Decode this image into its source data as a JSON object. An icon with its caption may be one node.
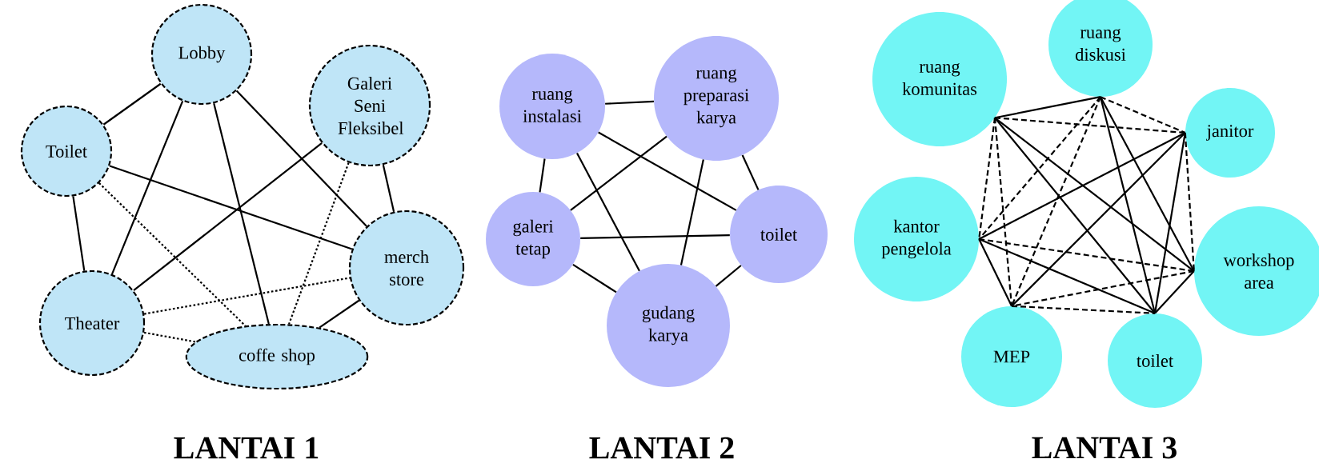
{
  "diagram": {
    "nodes": [
      {
        "text": [
          "Lobby"
        ]
      },
      {
        "text": [
          "Galeri Seni Fleksibel"
        ]
      },
      {
        "text": [
          "Toilet"
        ]
      },
      {
        "text": [
          "merch store"
        ]
      },
      {
        "text": [
          "Theater"
        ]
      },
      {
        "text": [
          "coffe shop"
        ]
      },
      {
        "text": [
          "ruang instalasi"
        ]
      },
      {
        "text": [
          "ruang preparasi karya"
        ]
      },
      {
        "text": [
          "galeri tetap"
        ]
      },
      {
        "text": [
          "toilet"
        ]
      },
      {
        "text": [
          "gudang karya"
        ]
      },
      {
        "text": [
          "ruang komunitas"
        ]
      },
      {
        "text": [
          "ruang diskusi"
        ]
      },
      {
        "text": [
          "janitor"
        ]
      },
      {
        "text": [
          "kantor pengelola"
        ]
      },
      {
        "text": [
          "workshop area"
        ]
      },
      {
        "text": [
          "MEP"
        ]
      },
      {
        "text": [
          "toilet"
        ]
      }
    ],
    "edges": [
      {
        "from": 2,
        "to": 0,
        "arrow": "none"
      },
      {
        "from": 2,
        "to": 4,
        "arrow": "none"
      },
      {
        "from": 2,
        "to": 3,
        "arrow": "none"
      },
      {
        "from": 2,
        "to": 5,
        "arrow": "none",
        "style": "dashed"
      },
      {
        "from": 0,
        "to": 4,
        "arrow": "none"
      },
      {
        "from": 0,
        "to": 5,
        "arrow": "none"
      },
      {
        "from": 0,
        "to": 3,
        "arrow": "none"
      },
      {
        "from": 1,
        "to": 4,
        "arrow": "none"
      },
      {
        "from": 1,
        "to": 5,
        "arrow": "none",
        "style": "dashed"
      },
      {
        "from": 1,
        "to": 3,
        "arrow": "none"
      },
      {
        "from": 4,
        "to": 3,
        "arrow": "none",
        "style": "dashed"
      },
      {
        "from": 4,
        "to": 5,
        "arrow": "none",
        "style": "dashed"
      },
      {
        "from": 3,
        "to": 5,
        "arrow": "none"
      },
      {
        "from": 6,
        "to": 7,
        "arrow": "none"
      },
      {
        "from": 6,
        "to": 8,
        "arrow": "none"
      },
      {
        "from": 6,
        "to": 9,
        "arrow": "none"
      },
      {
        "from": 6,
        "to": 10,
        "arrow": "none"
      },
      {
        "from": 7,
        "to": 8,
        "arrow": "none"
      },
      {
        "from": 7,
        "to": 10,
        "arrow": "none"
      },
      {
        "from": 7,
        "to": 9,
        "arrow": "none"
      },
      {
        "from": 8,
        "to": 9,
        "arrow": "none"
      },
      {
        "from": 8,
        "to": 10,
        "arrow": "none"
      },
      {
        "from": 9,
        "to": 10,
        "arrow": "none"
      },
      {
        "from": 11,
        "to": 12,
        "arrow": "none"
      },
      {
        "from": 11,
        "to": 13,
        "arrow": "none",
        "style": "dashed"
      },
      {
        "from": 11,
        "to": 14,
        "arrow": "none",
        "style": "dashed"
      },
      {
        "from": 11,
        "to": 16,
        "arrow": "none",
        "style": "dashed"
      },
      {
        "from": 11,
        "to": 17,
        "arrow": "none"
      },
      {
        "from": 11,
        "to": 15,
        "arrow": "none"
      },
      {
        "from": 12,
        "to": 13,
        "arrow": "none",
        "style": "dashed"
      },
      {
        "from": 12,
        "to": 14,
        "arrow": "none",
        "style": "dashed"
      },
      {
        "from": 12,
        "to": 16,
        "arrow": "none",
        "style": "dashed"
      },
      {
        "from": 12,
        "to": 17,
        "arrow": "none"
      },
      {
        "from": 12,
        "to": 15,
        "arrow": "none"
      },
      {
        "from": 13,
        "to": 14,
        "arrow": "none"
      },
      {
        "from": 13,
        "to": 16,
        "arrow": "none"
      },
      {
        "from": 13,
        "to": 15,
        "arrow": "none",
        "style": "dashed"
      },
      {
        "from": 13,
        "to": 17,
        "arrow": "none"
      },
      {
        "from": 14,
        "to": 15,
        "arrow": "none",
        "style": "dashed"
      },
      {
        "from": 14,
        "to": 17,
        "arrow": "none"
      },
      {
        "from": 14,
        "to": 16,
        "arrow": "none"
      },
      {
        "from": 15,
        "to": 16,
        "arrow": "none",
        "style": "dashed"
      },
      {
        "from": 15,
        "to": 17,
        "arrow": "none"
      },
      {
        "from": 16,
        "to": 17,
        "arrow": "none",
        "style": "dashed"
      }
    ],
    "labels": [
      "LANTAI 1",
      "LANTAI 2",
      "LANTAI 3"
    ]
  }
}
